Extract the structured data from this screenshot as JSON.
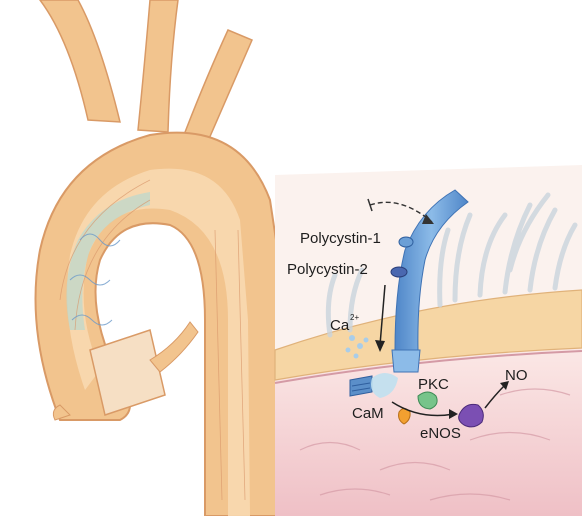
{
  "labels": {
    "polycystin1": "Polycystin-1",
    "polycystin2": "Polycystin-2",
    "ca_base": "Ca",
    "ca_superscript": "2+",
    "pkc": "PKC",
    "no": "NO",
    "cam": "CaM",
    "enos": "eNOS"
  },
  "colors": {
    "aorta_outer": "#f2c48e",
    "aorta_inner": "#f8d9b0",
    "lumen_tint": "#b9d8cf",
    "endothelium": "#f6d6a4",
    "tissue_pink": "#f1c4c8",
    "cilium_blue": "#6b9fd6",
    "pkc_green": "#77c48a",
    "cam_orange": "#f2a030",
    "enos_purple": "#7b4fb3"
  }
}
